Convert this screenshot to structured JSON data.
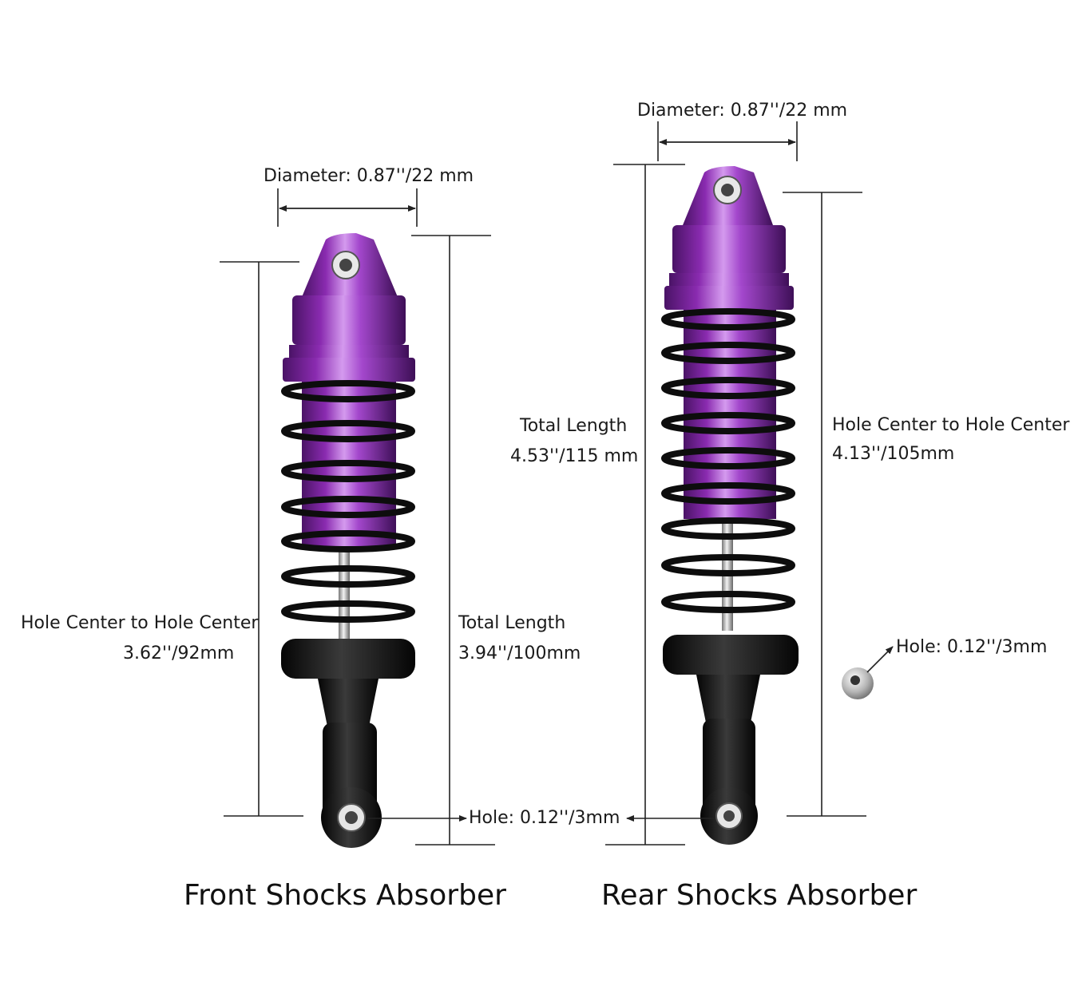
{
  "front": {
    "caption": "Front Shocks Absorber",
    "diameter": "Diameter: 0.87''/22 mm",
    "hole_center_title": "Hole Center to Hole Center",
    "hole_center_value": "3.62''/92mm",
    "total_length_title": "Total Length",
    "total_length_value": "3.94''/100mm"
  },
  "rear": {
    "caption": "Rear Shocks Absorber",
    "diameter": "Diameter: 0.87''/22 mm",
    "total_length_title": "Total Length",
    "total_length_value": "4.53''/115 mm",
    "hole_center_title": "Hole Center to Hole Center",
    "hole_center_value": "4.13''/105mm",
    "ball_hole": "Hole: 0.12''/3mm"
  },
  "shared": {
    "hole": "Hole: 0.12''/3mm"
  },
  "colors": {
    "anodized_purple": "#8a2bb0",
    "spring_black": "#111111",
    "dimension_line": "#222222"
  }
}
